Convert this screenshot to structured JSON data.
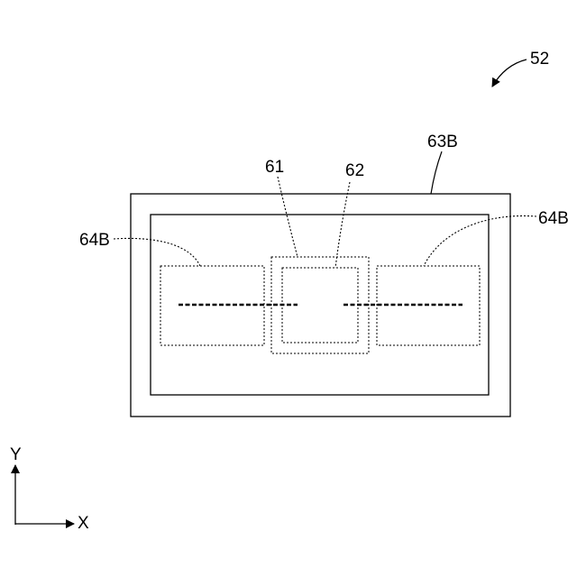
{
  "figure": {
    "labels": {
      "figure_ref": "52",
      "outer_frame": "63B",
      "outer_box": "61",
      "inner_box": "62",
      "left_region": "64B",
      "right_region": "64B"
    },
    "axes": {
      "y_label": "Y",
      "x_label": "X"
    },
    "colors": {
      "line": "#000000",
      "background": "#ffffff"
    }
  }
}
